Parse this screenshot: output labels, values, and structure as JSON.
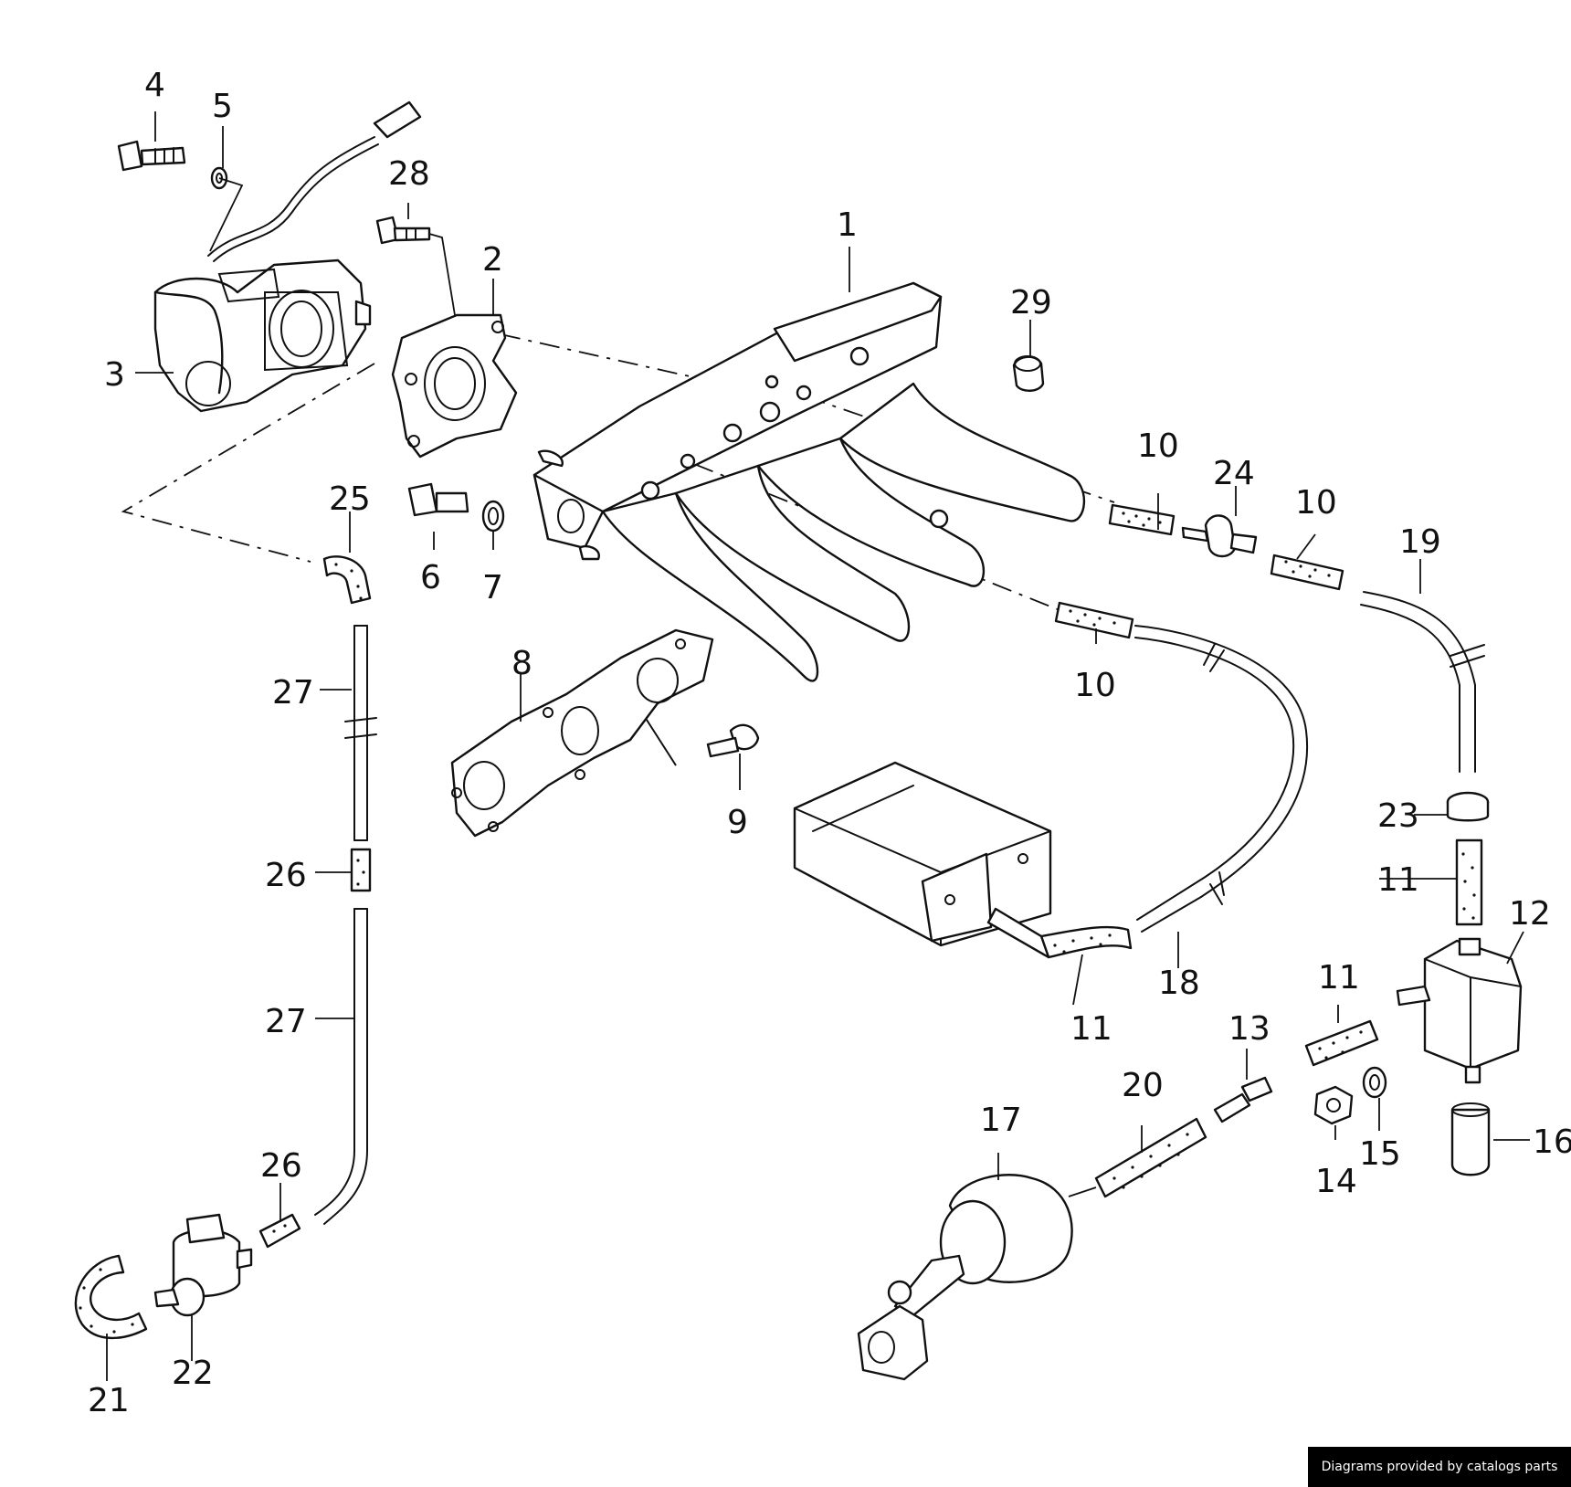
{
  "diagram": {
    "labels": {
      "1": "1",
      "2": "2",
      "3": "3",
      "4": "4",
      "5": "5",
      "6": "6",
      "7": "7",
      "8": "8",
      "9": "9",
      "10": "10",
      "11": "11",
      "12": "12",
      "13": "13",
      "14": "14",
      "15": "15",
      "16": "16",
      "17": "17",
      "18": "18",
      "19": "19",
      "20": "20",
      "21": "21",
      "22": "22",
      "23": "23",
      "24": "24",
      "25": "25",
      "26": "26",
      "27": "27",
      "28": "28",
      "29": "29"
    }
  },
  "footer": {
    "credit": "Diagrams provided by catalogs parts"
  }
}
